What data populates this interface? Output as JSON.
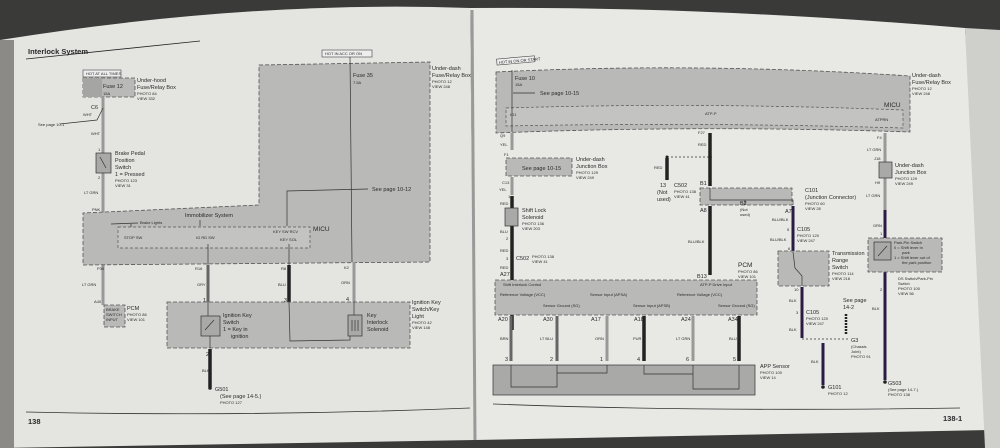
{
  "left_page": {
    "title": "Interlock System",
    "page_number": "138",
    "hot_at_all_times": "HOT AT ALL TIMES",
    "hot_in_acc_or_on": "HOT IN ACC OR ON",
    "underhood_box": [
      "Under-hood",
      "Fuse/Relay Box",
      "PHOTO 84",
      "VIEW 332"
    ],
    "fuse12": [
      "Fuse 12",
      "15A"
    ],
    "c6": "C6",
    "wht_labels": [
      "WHT",
      "WHT"
    ],
    "see_page_10_1": "See page 10-1",
    "brake_switch": [
      "Brake Pedal",
      "Position",
      "Switch",
      "1 = Pressed",
      "PHOTO 123",
      "VIEW 31"
    ],
    "brake_pins": [
      "1",
      "2"
    ],
    "lt_grn": "LT GRN",
    "pnk": "PNK",
    "underdash_box": [
      "Under-dash",
      "Fuse/Relay Box",
      "PHOTO 12",
      "VIEW 248"
    ],
    "fuse35": [
      "Fuse 35",
      "7.5A"
    ],
    "see_page_10_12": "See page 10-12",
    "immobilizer": "Immobilizer System",
    "brake_lights": "Brake Lights",
    "micu": "MICU",
    "micu_signals": [
      "STOP SW",
      "IG RD SW",
      "KEY SW RCV",
      "KEY SOL"
    ],
    "pins": [
      "P30",
      "R16",
      "R8",
      "K2"
    ],
    "wire_colors": [
      "LT GRN",
      "GRY",
      "BLU",
      "ORN"
    ],
    "a40": "A40",
    "pcm": [
      "PCM",
      "PHOTO 86",
      "VIEW 101"
    ],
    "pcm_inner": [
      "BRAKE",
      "SWITCH",
      "INPUT"
    ],
    "key_switch_pins": [
      "1",
      "3",
      "4",
      "2"
    ],
    "ignition_key_switch": [
      "Ignition Key",
      "Switch",
      "1 = Key in",
      "ignition"
    ],
    "key_interlock_solenoid": [
      "Key",
      "Interlock",
      "Solenoid"
    ],
    "ignition_box": [
      "Ignition Key",
      "Switch/Key",
      "Light",
      "PHOTO 42",
      "VIEW 148"
    ],
    "blk": "BLK",
    "g501": [
      "G501",
      "(See page 14-5.)",
      "PHOTO 127"
    ]
  },
  "right_page": {
    "page_number": "138-1",
    "hot_in_on_or_start": "HOT IN ON OR START",
    "fuse10": [
      "Fuse 10",
      "15A"
    ],
    "see_page_10_15": "See page 10-15",
    "underdash_box": [
      "Under-dash",
      "Fuse/Relay Box",
      "PHOTO 12",
      "VIEW 248"
    ],
    "micu": "MICU",
    "micu_signals": [
      "IG1",
      "ATP-P",
      "ATPRN"
    ],
    "pins_top": [
      "Q9",
      "F27",
      "F4"
    ],
    "yel": [
      "YEL",
      "YEL"
    ],
    "red": [
      "RED",
      "RED",
      "RED",
      "RED",
      "RED"
    ],
    "f1": "F1",
    "junction_box": [
      "Under-dash",
      "Junction Box",
      "PHOTO 129",
      "VIEW 249"
    ],
    "see_page_10_15b": "See page 10-15",
    "c13": "C13",
    "shift_lock": [
      "Shift Lock",
      "Solenoid",
      "PHOTO 136",
      "VIEW 203"
    ],
    "shift_pins": [
      "1",
      "2"
    ],
    "blk_blu": "BLU",
    "c502": [
      "13",
      "C502",
      "PHOTO 138",
      "VIEW 41",
      "(Not",
      "used)"
    ],
    "c502_pin3": [
      "3",
      "C502",
      "PHOTO 138",
      "VIEW 41"
    ],
    "b1": "B1",
    "c101": [
      "C101",
      "(Junction Connector)",
      "PHOTO 60",
      "VIEW 28"
    ],
    "b2": [
      "B2",
      "(Not",
      "used)"
    ],
    "a8": "A8",
    "a7": "A7",
    "blu_blk": [
      "BLU/BLK",
      "BLU/BLK",
      "BLU/BLK"
    ],
    "c105": [
      "5",
      "C105",
      "PHOTO 120",
      "VIEW 247",
      "6"
    ],
    "trs": [
      "Transmission",
      "Range",
      "Switch",
      "PHOTO 114",
      "VIEW 218"
    ],
    "a27": "A27",
    "b13": "B13",
    "pcm": [
      "PCM",
      "PHOTO 86",
      "VIEW 101"
    ],
    "pcm_inputs": [
      "Shift Interlock Control",
      "ATP-P Drive Input"
    ],
    "pcm_signals": [
      "Reference Voltage (VCC)",
      "Sensor Ground (SG)",
      "Sensor Input (APSA)",
      "Sensor Input (APSB)",
      "Reference Voltage (VCC)",
      "Sensor Ground (SG)"
    ],
    "pcm_pins": [
      "A20",
      "A30",
      "A17",
      "A18",
      "A24",
      "A34"
    ],
    "app_wires": [
      "BRN",
      "LT BLU",
      "ORN",
      "PUR",
      "LT GRN",
      "BLU"
    ],
    "app_pins": [
      "3",
      "2",
      "1",
      "4",
      "6",
      "5"
    ],
    "app_sensor": [
      "APP Sensor",
      "PHOTO 100",
      "VIEW 14"
    ],
    "c105b": [
      "10",
      "C105",
      "PHOTO 120",
      "VIEW 247",
      "3"
    ],
    "blk": [
      "BLK",
      "BLK",
      "BLK",
      "BLK"
    ],
    "see_page_14_2": [
      "See page",
      "14-2"
    ],
    "g3": [
      "G3",
      "(Chassis",
      "Joint)",
      "PHOTO 91"
    ],
    "g101": [
      "G101",
      "PHOTO 12"
    ],
    "lt_grn": [
      "LT GRN",
      "LT GRN",
      "GRN"
    ],
    "j18": "J18",
    "h9": "H9",
    "junction_box2": [
      "Under-dash",
      "Junction Box",
      "PHOTO 129",
      "VIEW 249"
    ],
    "park_pin": [
      "Park-Pin Switch",
      "0 = Shift lever in",
      "park",
      "1 = Shift lever out of",
      "the park position"
    ],
    "ds_switch": [
      "DS Switch/Park-Pin",
      "Switch",
      "PHOTO 100",
      "VIEW 56"
    ],
    "park_pins": [
      "1",
      "2"
    ],
    "g503": [
      "G503",
      "(See page 14-7.)",
      "PHOTO 138"
    ]
  },
  "colors": {
    "page": "#e6e6e3",
    "box": "#b9b9b7",
    "wire_dark": "#222222",
    "binding": "#3a3a38"
  }
}
